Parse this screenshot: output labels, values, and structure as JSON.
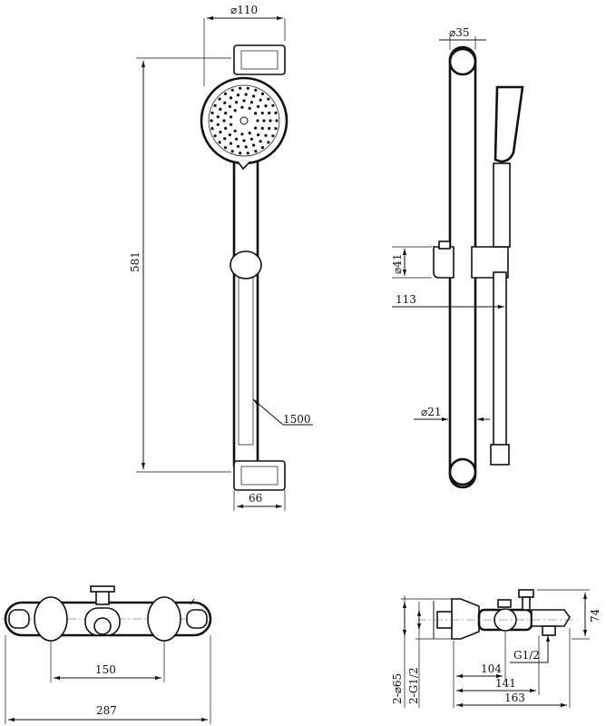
{
  "dimensions": {
    "head_diameter": "⌀110",
    "bar_height": "581",
    "hose_length": "1500",
    "bracket_depth": "66",
    "rail_diameter": "⌀35",
    "slider_diameter": "⌀41",
    "slider_offset": "113",
    "pipe_diameter": "⌀21",
    "mixer_centers": "150",
    "mixer_width": "287",
    "mixer_height": "74",
    "outlet_thread": "G1/2",
    "outlet_104": "104",
    "outlet_141": "141",
    "outlet_163": "163",
    "inlet_diameter": "2-⌀65",
    "inlet_thread": "2-G1/2"
  }
}
